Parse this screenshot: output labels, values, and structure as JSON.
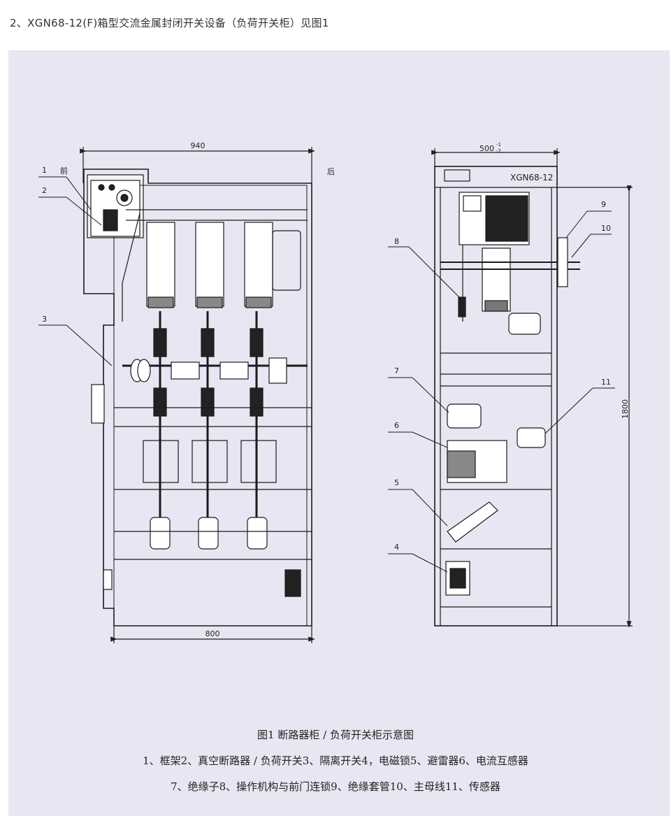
{
  "page": {
    "heading": "2、XGN68-12(F)箱型交流金属封闭开关设备（负荷开关柜）见图1"
  },
  "front_view": {
    "width_dim": "940",
    "bottom_dim": "800",
    "label_front": "前",
    "label_rear": "后"
  },
  "side_view": {
    "width_dim": "500",
    "width_tol_upper": "-1",
    "width_tol_lower": "-2",
    "height_dim": "1800",
    "nameplate": "XGN68-12"
  },
  "callouts": [
    "1",
    "2",
    "3",
    "4",
    "5",
    "6",
    "7",
    "8",
    "9",
    "10",
    "11"
  ],
  "caption": {
    "title": "图1  断路器柜 / 负荷开关柜示意图",
    "line1": "1、框架2、真空断路器 / 负荷开关3、隔离开关4，电磁锁5、避雷器6、电流互感器",
    "line2": "7、绝缘子8、操作机构与前门连锁9、绝缘套管10、主母线11、传感器"
  },
  "colors": {
    "panel_bg": "#e8e6f2",
    "line": "#1a1a1a"
  }
}
